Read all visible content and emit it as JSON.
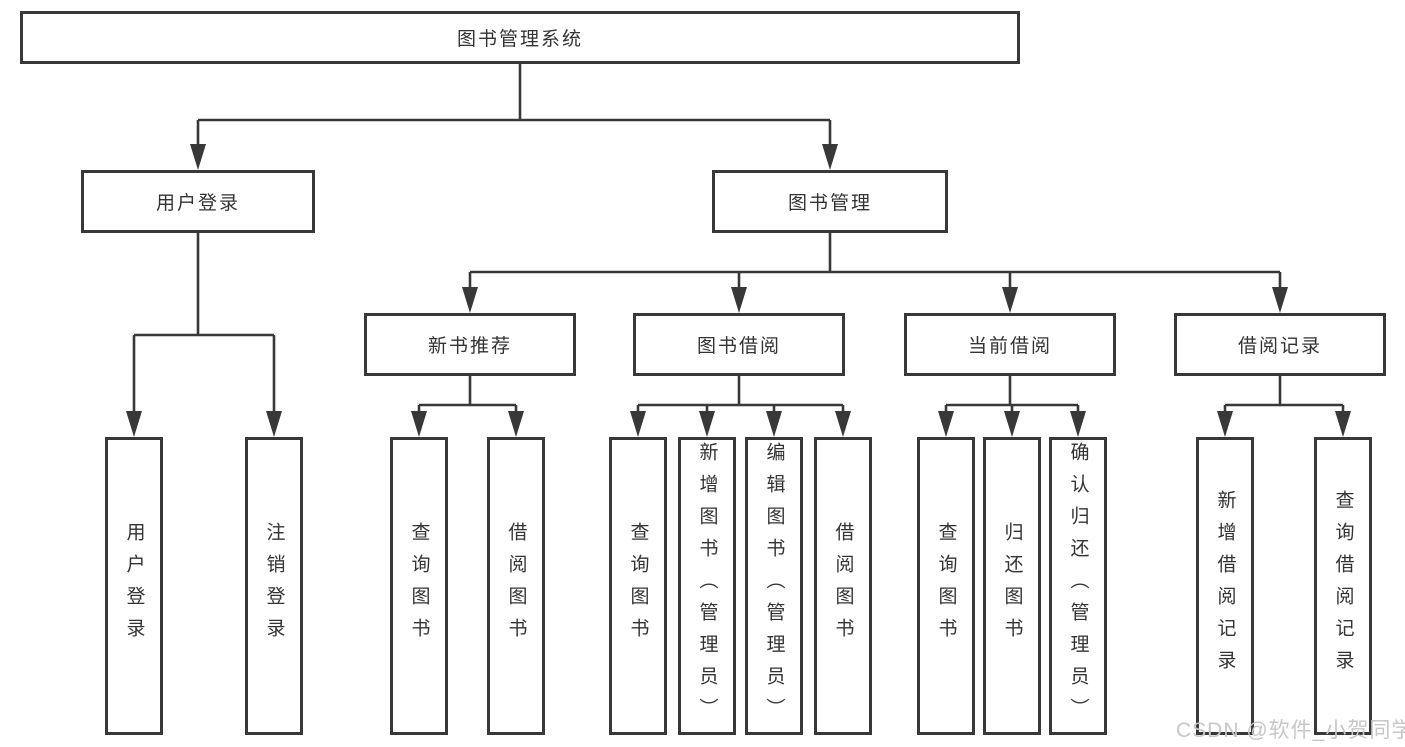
{
  "diagram": {
    "title": "图书管理系统",
    "branches": {
      "user_login": {
        "label": "用户登录",
        "children": [
          "用户登录",
          "注销登录"
        ]
      },
      "book_management": {
        "label": "图书管理",
        "sections": {
          "new_books": {
            "label": "新书推荐",
            "children": [
              "查询图书",
              "借阅图书"
            ]
          },
          "borrowing": {
            "label": "图书借阅",
            "children": [
              "查询图书",
              "新增图书（管理员）",
              "编辑图书（管理员）",
              "借阅图书"
            ]
          },
          "current": {
            "label": "当前借阅",
            "children": [
              "查询图书",
              "归还图书",
              "确认归还（管理员）"
            ]
          },
          "records": {
            "label": "借阅记录",
            "children": [
              "新增借阅记录",
              "查询借阅记录"
            ]
          }
        }
      }
    }
  },
  "watermark": "CSDN @软件_小贺同学",
  "colors": {
    "line": "#383838",
    "text": "#333333",
    "box_background": "#ffffff",
    "watermark": "#c7c7c7"
  }
}
